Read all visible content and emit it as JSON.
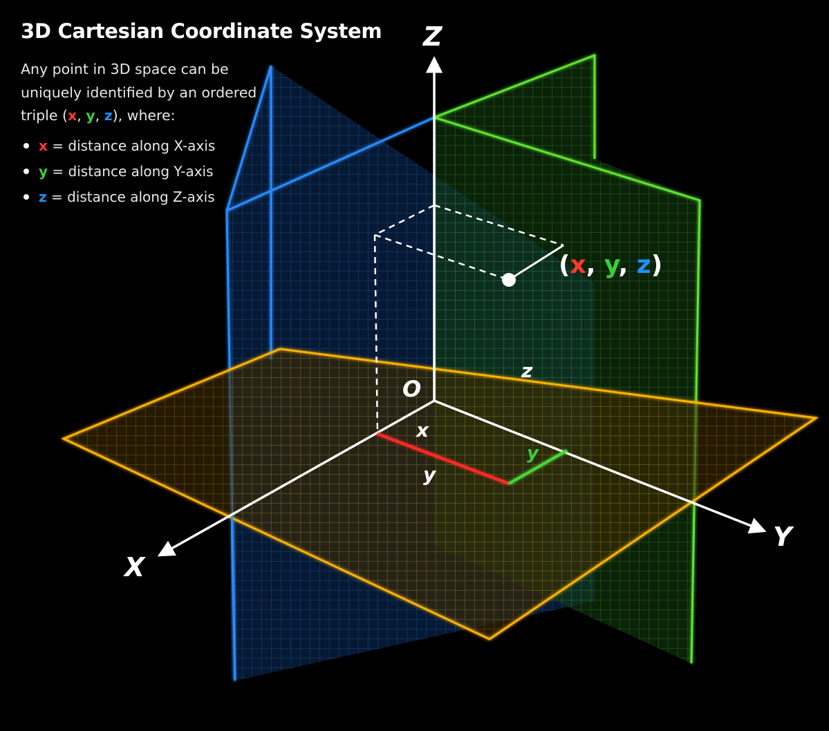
{
  "header": {
    "title": "3D Cartesian Coordinate System"
  },
  "intro": {
    "line1": "Any point in 3D space can be",
    "line2": "uniquely identified by an ordered",
    "line3_prefix": "triple (",
    "comma1": ", ",
    "comma2": ", ",
    "line3_suffix": "), where:"
  },
  "vars": {
    "x": "x",
    "y": "y",
    "z": "z"
  },
  "bullets": [
    {
      "var": "x",
      "text": " = distance along X-axis"
    },
    {
      "var": "y",
      "text": " = distance along Y-axis"
    },
    {
      "var": "z",
      "text": " = distance along Z-axis"
    }
  ],
  "axes": {
    "x": "X",
    "y": "Y",
    "z": "Z",
    "origin": "O"
  },
  "point_label": {
    "open": "(",
    "sep1": ", ",
    "sep2": ", ",
    "close": ")"
  },
  "segment_labels": {
    "x": "x",
    "y_floor": "y",
    "y_green": "y",
    "z": "z"
  },
  "colors": {
    "background": "#000000",
    "x_var": "#ff3b30",
    "y_var": "#3ccc3c",
    "z_var": "#1e90ff",
    "xz_plane": "#1e90ff",
    "yz_plane": "#5ee62e",
    "xy_plane": "#ffb300",
    "axis": "#ffffff",
    "x_segment": "#ff2a2a",
    "y_segment": "#4cd43c",
    "z_segment": "#1e90ff"
  }
}
